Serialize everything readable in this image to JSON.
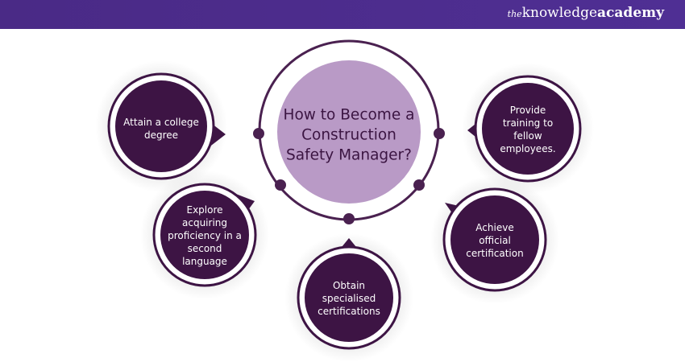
{
  "header": {
    "logo_prefix": "the",
    "logo_main": "knowledge",
    "logo_suffix": "academy"
  },
  "center": {
    "title": "How to Become a Construction Safety Manager?"
  },
  "steps": [
    {
      "label": "Attain a college degree"
    },
    {
      "label": "Explore acquiring proficiency in a second language"
    },
    {
      "label": "Obtain specialised certifications"
    },
    {
      "label": "Achieve official certification"
    },
    {
      "label": "Provide training to fellow employees."
    }
  ],
  "colors": {
    "dark": "#3d1444",
    "ring": "#4a2150",
    "center_fill": "#b99ac6",
    "header": "#4b2c8c"
  }
}
